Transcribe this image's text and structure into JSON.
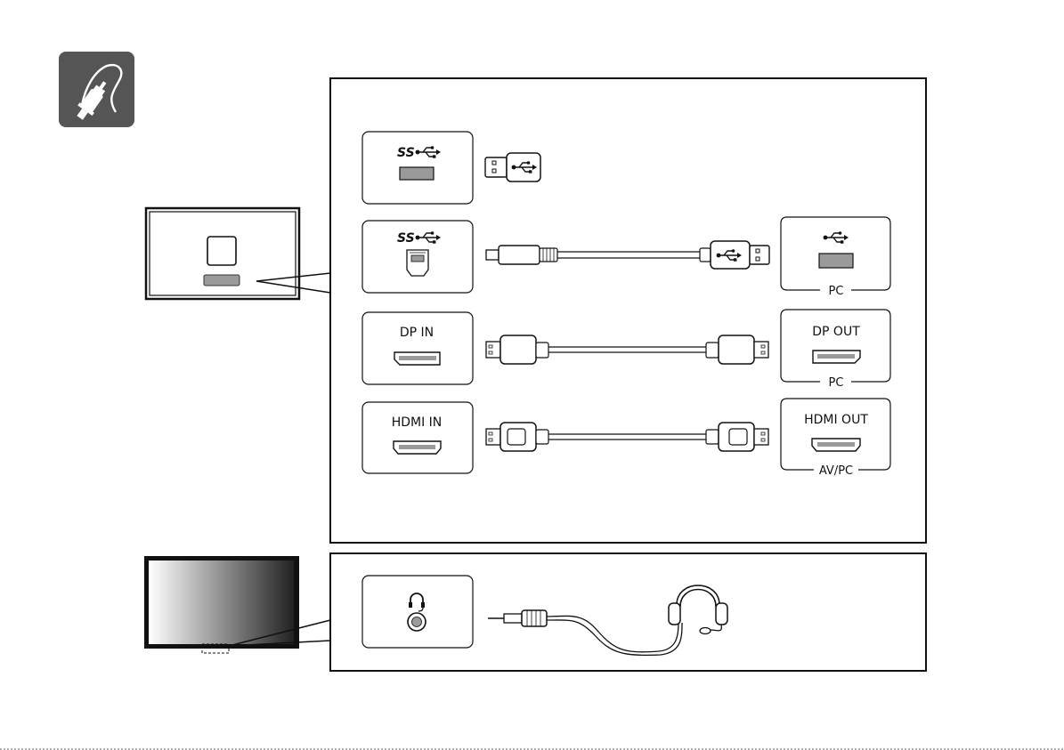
{
  "ports": {
    "usb_down_ss": "SS",
    "usb_up_ss": "SS",
    "dp_in": "DP IN",
    "hdmi_in": "HDMI IN"
  },
  "devices": {
    "pc_usb_label": "PC",
    "dp_out": "DP OUT",
    "dp_out_label": "PC",
    "hdmi_out": "HDMI OUT",
    "hdmi_out_label": "AV/PC"
  },
  "icons": {
    "badge": "cable-plug-icon",
    "usb": "usb-trident-icon",
    "headphone": "headphone-icon",
    "headset": "headset-icon"
  },
  "colors": {
    "badge_bg": "#555555",
    "panel_border": "#000000",
    "port_fill": "#9a9a9a"
  }
}
